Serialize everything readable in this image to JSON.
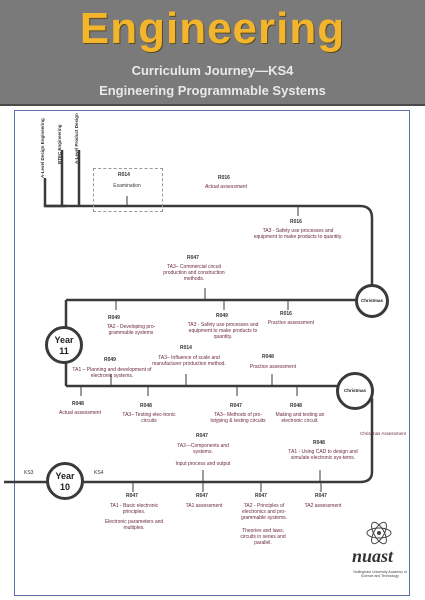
{
  "header": {
    "title": "Engineering",
    "subtitle": "Curriculum Journey—KS4",
    "course": "Engineering Programmable Systems"
  },
  "outcomes": {
    "alevel_design": "A-Level Design Engineering",
    "btec": "BTEC Engineering",
    "alevel_product": "A-Level Product Design"
  },
  "nodes": {
    "r014_exam_code": "R014",
    "r014_exam_text": "Examination",
    "r016_top_code": "R016",
    "r016_top_text": "Actual assessment",
    "r016_ta3_code": "R016",
    "r016_ta3_text": "TA3 - Safety use processes and equipment to make products to quantity.",
    "r047_ta3_code": "R047",
    "r047_ta3_text": "TA3– Commercial circuit production and construction methods.",
    "r049_ta2_code": "R049",
    "r049_ta2_text": "TA2 - Developing pro-grammable systems",
    "r049_safety_code": "R049",
    "r049_safety_text": "TA3 - Safety use processes and equipment to make products to quantity.",
    "r016_practice_code": "R016",
    "r016_practice_text": "Practice assessment",
    "r014_ta3_code": "R014",
    "r014_ta3_text": "TA3– Influence of scale and manufacturer production method.",
    "r048_practice_code": "R048",
    "r048_practice_text": "Practice assessment",
    "r049_ta1_code": "R049",
    "r049_ta1_text": "TA1 – Planning and development of electronic systems.",
    "r048_actual_code": "R048",
    "r048_actual_text": "Actual assessment",
    "r048_ta3_code": "R048",
    "r048_ta3_text": "TA3– Testing elec-tronic circuits",
    "r047_ta3b_code": "R047",
    "r047_ta3b_text": "TA3– Methods of pro-totyping & testing circuits",
    "r048_making_code": "R048",
    "r048_making_text": "Making and testing an electronic circuit.",
    "r047_ta2_code": "R047",
    "r047_ta2_text": "TA2—Components and systems.",
    "r047_ta2_sub": "Input process and output",
    "christmas_assessment": "Christmas Assessment",
    "r048_ta1_code": "R048",
    "r048_ta1_text": "TA1 - Using CAD to design and simulate electronic sys-tems.",
    "r047_ta1b_code": "R047",
    "r047_ta1b_text": "TA1 - Basic electronic principles.",
    "r047_ta1b_sub": "Electronic parameters and multiples.",
    "r047_ta1_code": "R047",
    "r047_ta1_text": "TA1 assessment",
    "r047_ta2b_code": "R047",
    "r047_ta2b_text": "TA2 - Principles of electronics and pro-grammable systems.",
    "r047_ta2b_sub": "Theories and laws, circuits in series and parallel.",
    "r047_ta2assess_code": "R047",
    "r047_ta2assess_text": "TA2 assessment"
  },
  "milestones": {
    "year11_word": "Year",
    "year11_num": "11",
    "year10_word": "Year",
    "year10_num": "10",
    "christmas_top": "Christmas",
    "christmas_mid": "Christmas",
    "ks3": "KS3",
    "ks4": "KS4"
  },
  "logo": {
    "name": "nuast",
    "full_name": "Nottingham University Academy of Science and Technology"
  },
  "colors": {
    "header_bg": "#7a7a7a",
    "title": "#f2b52b",
    "line": "#3a3a3a",
    "frame": "#5b6fa8"
  }
}
